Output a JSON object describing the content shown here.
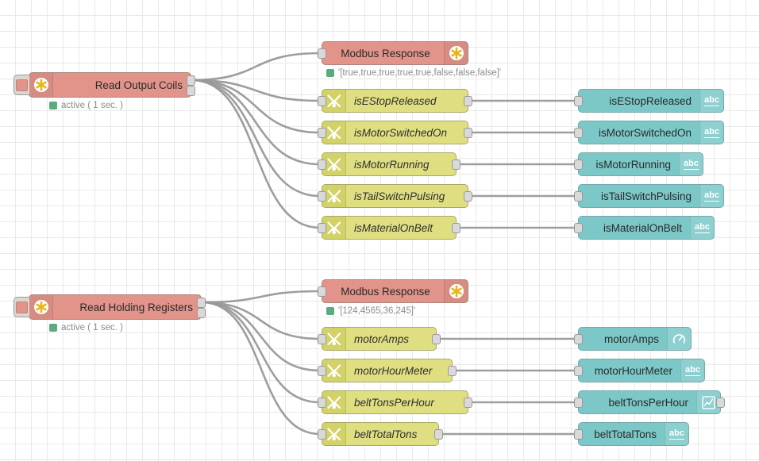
{
  "canvas": {
    "grid_color": "#e9e9e9",
    "background": "#ffffff",
    "wire_color": "#999999"
  },
  "palette": {
    "source_node": "#e2948a",
    "function_node": "#dfdf82",
    "ui_node": "#7cc8c8",
    "status_dot": "#5aab7f",
    "status_text": "#8c8c8c"
  },
  "flows": [
    {
      "id": "coils",
      "source": {
        "label": "Read Output Coils",
        "icon": "modbus-asterisk-icon",
        "status": "active ( 1 sec. )"
      },
      "response": {
        "label": "Modbus Response",
        "icon": "modbus-asterisk-icon",
        "status": "'[true,true,true,true,true,false,false,false]'"
      },
      "functions": [
        {
          "label": "isEStopReleased",
          "icon": "switch-arrows-icon"
        },
        {
          "label": "isMotorSwitchedOn",
          "icon": "switch-arrows-icon"
        },
        {
          "label": "isMotorRunning",
          "icon": "switch-arrows-icon"
        },
        {
          "label": "isTailSwitchPulsing",
          "icon": "switch-arrows-icon"
        },
        {
          "label": "isMaterialOnBelt",
          "icon": "switch-arrows-icon"
        }
      ],
      "outputs": [
        {
          "label": "isEStopReleased",
          "icon": "abc-text-icon",
          "has_out_port": false
        },
        {
          "label": "isMotorSwitchedOn",
          "icon": "abc-text-icon",
          "has_out_port": false
        },
        {
          "label": "isMotorRunning",
          "icon": "abc-text-icon",
          "has_out_port": false
        },
        {
          "label": "isTailSwitchPulsing",
          "icon": "abc-text-icon",
          "has_out_port": false
        },
        {
          "label": "isMaterialOnBelt",
          "icon": "abc-text-icon",
          "has_out_port": false
        }
      ]
    },
    {
      "id": "registers",
      "source": {
        "label": "Read Holding Registers",
        "icon": "modbus-asterisk-icon",
        "status": "active ( 1 sec. )"
      },
      "response": {
        "label": "Modbus Response",
        "icon": "modbus-asterisk-icon",
        "status": "'[124,4565,36,245]'"
      },
      "functions": [
        {
          "label": "motorAmps",
          "icon": "switch-arrows-icon"
        },
        {
          "label": "motorHourMeter",
          "icon": "switch-arrows-icon"
        },
        {
          "label": "beltTonsPerHour",
          "icon": "switch-arrows-icon"
        },
        {
          "label": "beltTotalTons",
          "icon": "switch-arrows-icon"
        }
      ],
      "outputs": [
        {
          "label": "motorAmps",
          "icon": "gauge-icon",
          "has_out_port": false
        },
        {
          "label": "motorHourMeter",
          "icon": "abc-text-icon",
          "has_out_port": false
        },
        {
          "label": "beltTonsPerHour",
          "icon": "line-chart-icon",
          "has_out_port": true
        },
        {
          "label": "beltTotalTons",
          "icon": "abc-text-icon",
          "has_out_port": false
        }
      ]
    }
  ]
}
